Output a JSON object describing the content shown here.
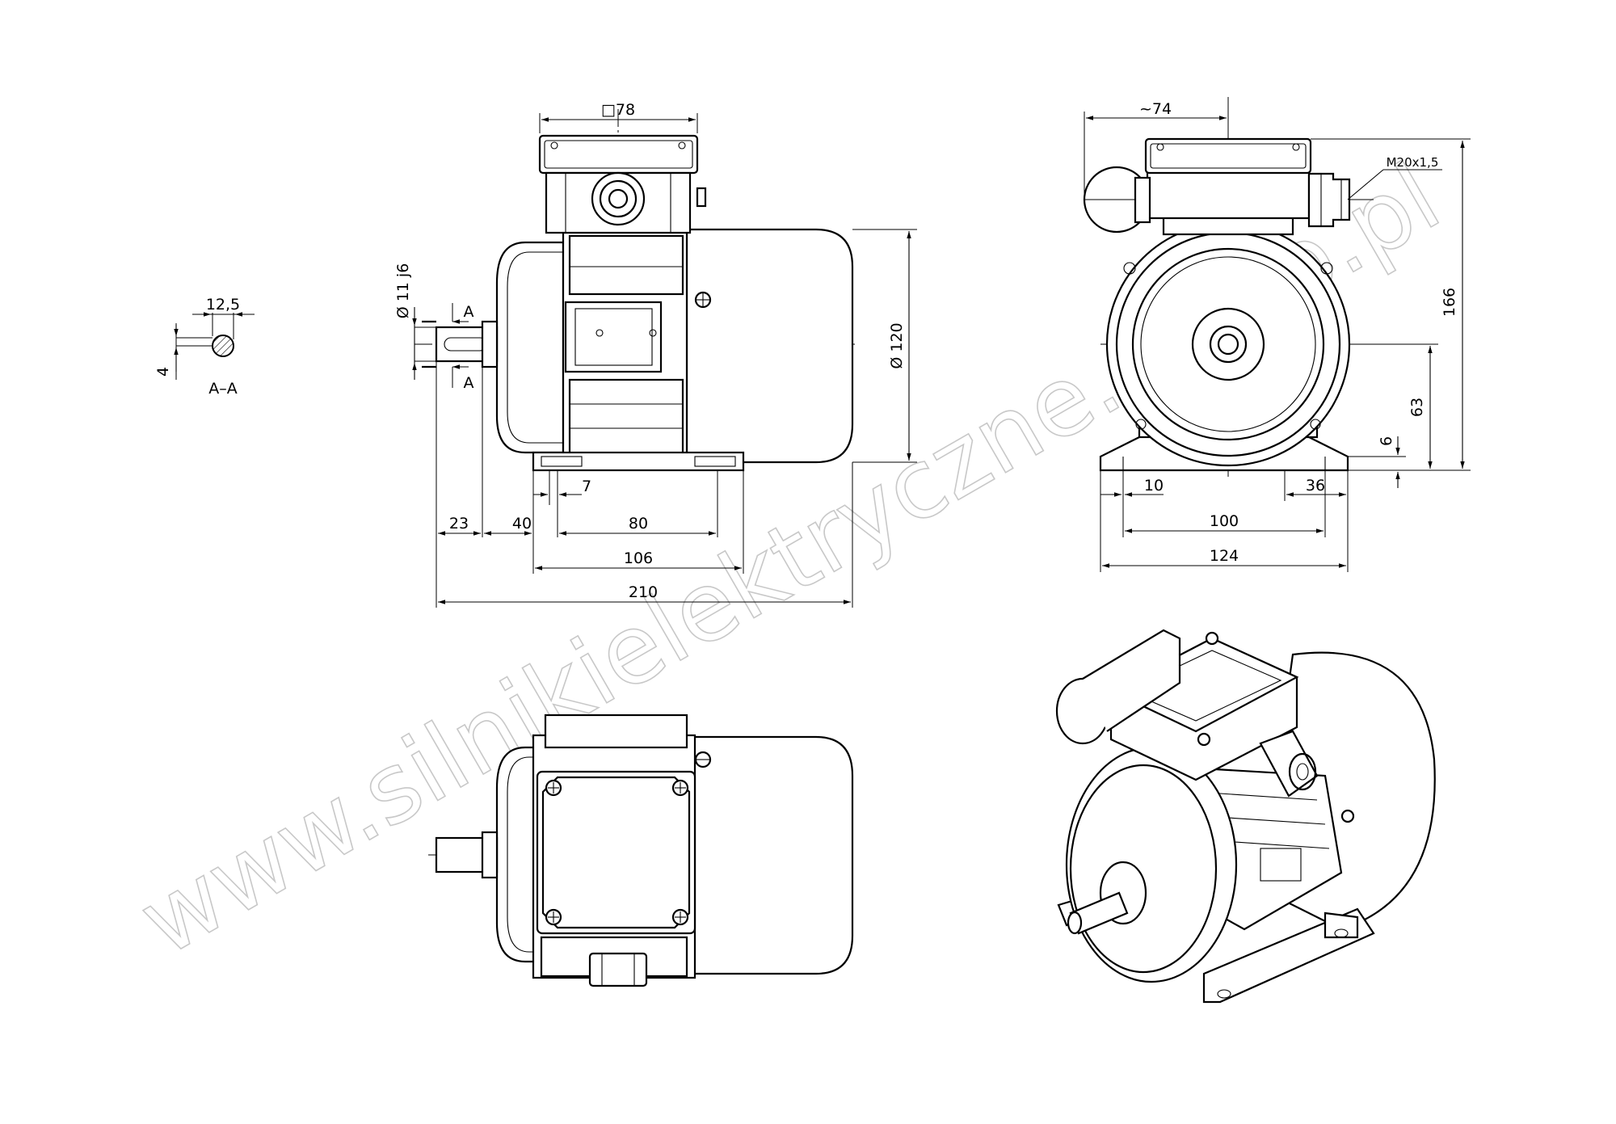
{
  "watermark": "www.silnikielektryczne.sklep.pl",
  "section": {
    "label": "A–A",
    "width": "12,5",
    "key_depth": "4"
  },
  "side_view": {
    "box_width": "□78",
    "shaft_dia": "Ø 11 j6",
    "body_dia": "Ø 120",
    "cut_top": "A",
    "cut_bottom": "A",
    "d7": "7",
    "d23": "23",
    "d40": "40",
    "d80": "80",
    "d106": "106",
    "d210": "210"
  },
  "front_view": {
    "top_width": "~74",
    "gland": "M20x1,5",
    "height_total": "166",
    "shaft_height": "63",
    "foot_thickness": "6",
    "d10": "10",
    "d36": "36",
    "d100": "100",
    "d124": "124"
  }
}
